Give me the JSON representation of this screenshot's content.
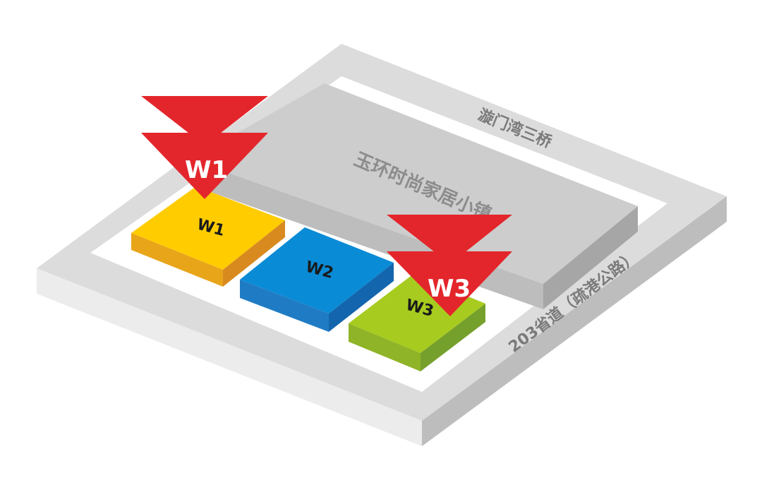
{
  "roads": {
    "north_bridge": "漩门湾三桥",
    "east_road": "203省道（疏港公路）"
  },
  "building": {
    "label": "玉环时尚家居小镇"
  },
  "halls": [
    {
      "label": "W1",
      "color_top": "#ffcc00",
      "color_front": "#e8a51a",
      "color_side": "#d98a1f"
    },
    {
      "label": "W2",
      "color_top": "#0a8bd6",
      "color_front": "#1f7cc4",
      "color_side": "#1366ad"
    },
    {
      "label": "W3",
      "color_top": "#a7cc1f",
      "color_front": "#8fb427",
      "color_side": "#76a02c"
    }
  ],
  "markers": [
    {
      "label": "W1",
      "color": "#e3262b"
    },
    {
      "label": "W3",
      "color": "#e3262b"
    }
  ]
}
